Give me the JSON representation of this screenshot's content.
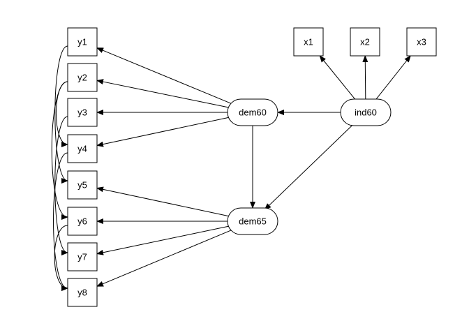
{
  "diagram": {
    "type": "path-diagram",
    "observed": [
      "y1",
      "y2",
      "y3",
      "y4",
      "y5",
      "y6",
      "y7",
      "y8",
      "x1",
      "x2",
      "x3"
    ],
    "latent": [
      "dem60",
      "dem65",
      "ind60"
    ],
    "edges": [
      {
        "from": "dem60",
        "to": "y1"
      },
      {
        "from": "dem60",
        "to": "y2"
      },
      {
        "from": "dem60",
        "to": "y3"
      },
      {
        "from": "dem60",
        "to": "y4"
      },
      {
        "from": "dem65",
        "to": "y5"
      },
      {
        "from": "dem65",
        "to": "y6"
      },
      {
        "from": "dem65",
        "to": "y7"
      },
      {
        "from": "dem65",
        "to": "y8"
      },
      {
        "from": "ind60",
        "to": "x1"
      },
      {
        "from": "ind60",
        "to": "x2"
      },
      {
        "from": "ind60",
        "to": "x3"
      },
      {
        "from": "ind60",
        "to": "dem60"
      },
      {
        "from": "dem60",
        "to": "dem65"
      },
      {
        "from": "ind60",
        "to": "dem65"
      }
    ],
    "covariances": [
      [
        "y1",
        "y5"
      ],
      [
        "y2",
        "y4"
      ],
      [
        "y2",
        "y6"
      ],
      [
        "y3",
        "y7"
      ],
      [
        "y4",
        "y8"
      ],
      [
        "y6",
        "y8"
      ]
    ]
  }
}
